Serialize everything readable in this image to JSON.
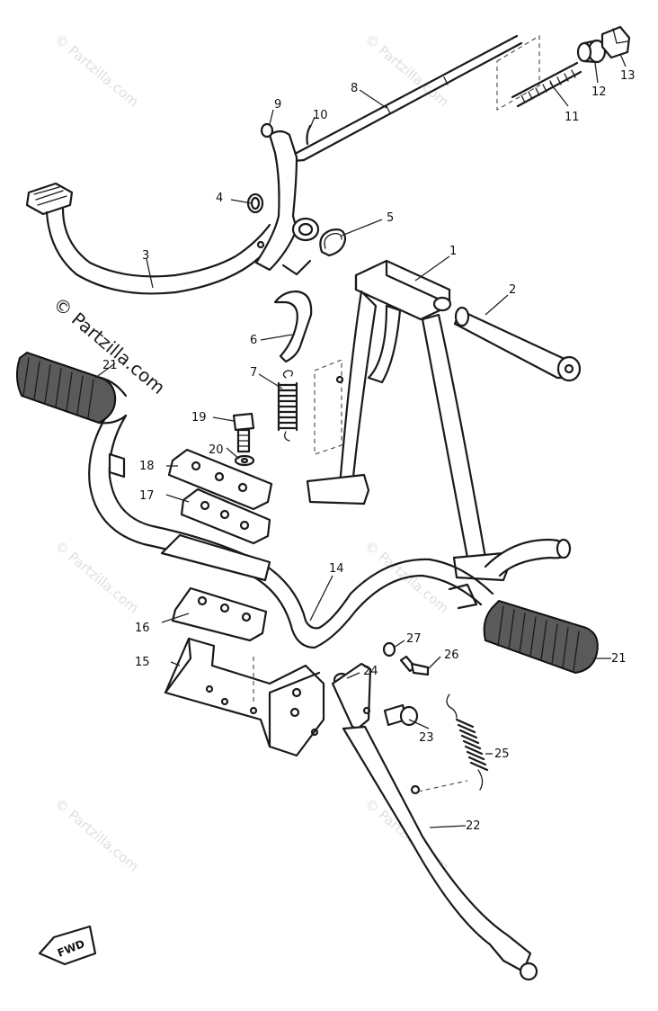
{
  "watermark": {
    "text": "© Partzilla.com"
  },
  "watermark_large": {
    "text": "© Partzilla.com"
  },
  "fwd_badge": {
    "label": "FWD"
  },
  "callouts": {
    "c1": "1",
    "c2": "2",
    "c3": "3",
    "c4": "4",
    "c5": "5",
    "c6": "6",
    "c7": "7",
    "c8": "8",
    "c9": "9",
    "c10": "10",
    "c11": "11",
    "c12": "12",
    "c13": "13",
    "c14": "14",
    "c15": "15",
    "c16": "16",
    "c17": "17",
    "c18": "18",
    "c19": "19",
    "c20": "20",
    "c21a": "21",
    "c21b": "21",
    "c22": "22",
    "c23": "23",
    "c24": "24",
    "c25": "25",
    "c26": "26",
    "c27": "27"
  }
}
